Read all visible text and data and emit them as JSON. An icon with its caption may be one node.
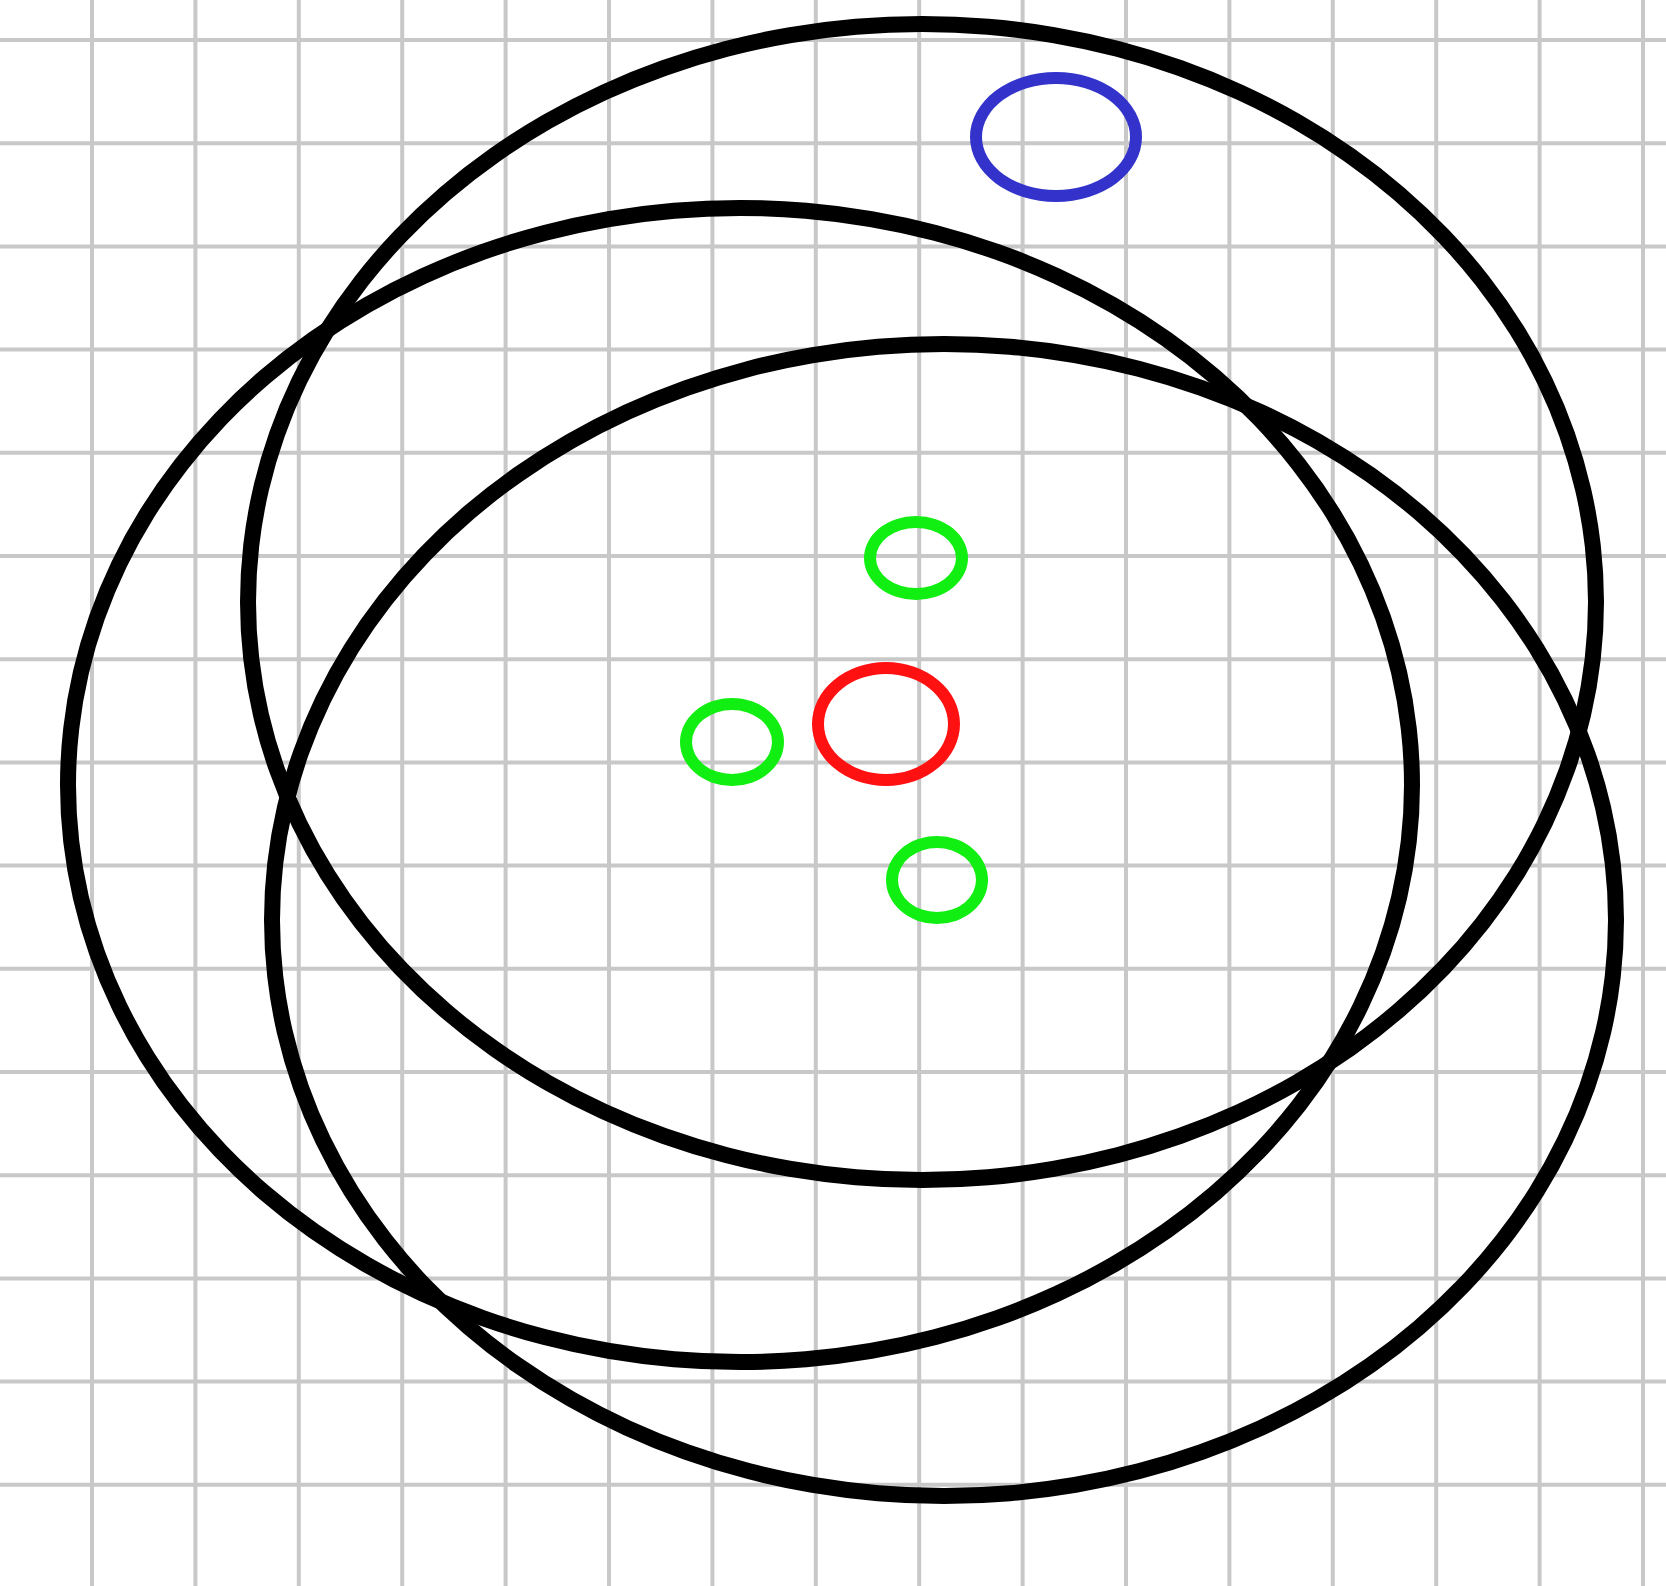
{
  "diagram": {
    "nodes": [
      {
        "text": [],
        "shape": "ellipse"
      },
      {
        "text": [],
        "shape": "ellipse"
      },
      {
        "text": [],
        "shape": "ellipse"
      },
      {
        "text": [],
        "shape": "ellipse",
        "in": 0
      },
      {
        "text": [],
        "shape": "ellipse"
      },
      {
        "text": [],
        "shape": "ellipse"
      },
      {
        "text": [],
        "shape": "ellipse"
      },
      {
        "text": [],
        "shape": "ellipse"
      }
    ]
  }
}
